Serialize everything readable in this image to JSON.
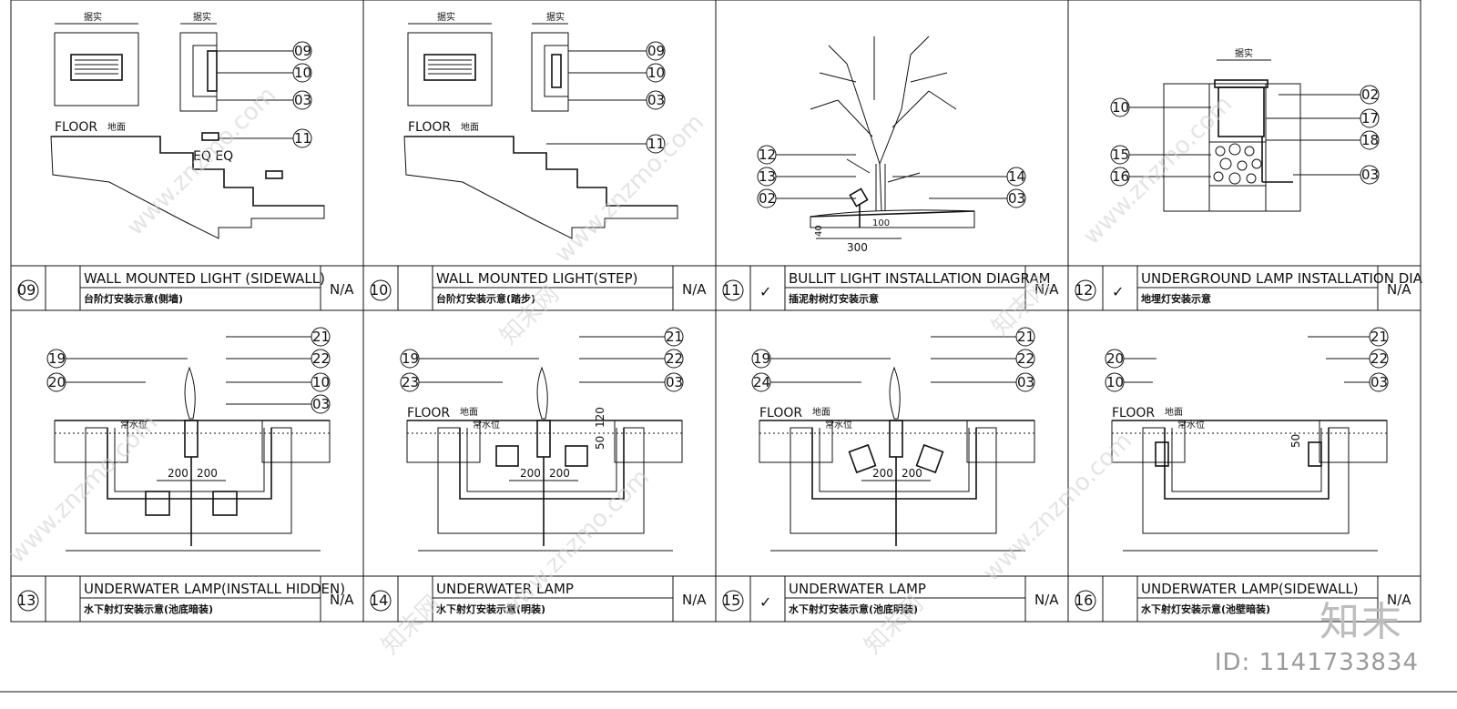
{
  "panels": [
    {
      "num": "09",
      "check": "",
      "title_en": "WALL MOUNTED LIGHT (SIDEWALL)",
      "title_cn": "台阶灯安装示意(侧墙)",
      "scale": "N/A"
    },
    {
      "num": "10",
      "check": "",
      "title_en": "WALL MOUNTED LIGHT(STEP)",
      "title_cn": "台阶灯安装示意(踏步)",
      "scale": "N/A"
    },
    {
      "num": "11",
      "check": "✓",
      "title_en": "BULLIT LIGHT INSTALLATION DIAGRAM",
      "title_cn": "插泥射树灯安装示意",
      "scale": "N/A"
    },
    {
      "num": "12",
      "check": "✓",
      "title_en": "UNDERGROUND LAMP INSTALLATION DIA",
      "title_cn": "地埋灯安装示意",
      "scale": "N/A"
    },
    {
      "num": "13",
      "check": "",
      "title_en": "UNDERWATER LAMP(INSTALL HIDDEN)",
      "title_cn": "水下射灯安装示意(池底暗装)",
      "scale": "N/A"
    },
    {
      "num": "14",
      "check": "",
      "title_en": "UNDERWATER LAMP",
      "title_cn": "水下射灯安装示意(明装)",
      "scale": "N/A"
    },
    {
      "num": "15",
      "check": "✓",
      "title_en": "UNDERWATER LAMP",
      "title_cn": "水下射灯安装示意(池底明装)",
      "scale": "N/A"
    },
    {
      "num": "16",
      "check": "",
      "title_en": "UNDERWATER LAMP(SIDEWALL)",
      "title_cn": "水下射灯安装示意(池壁暗装)",
      "scale": "N/A"
    }
  ],
  "labels": {
    "floor": "FLOOR",
    "floor_cn": "地面",
    "jushi": "据实",
    "water_level": "常水位",
    "eq": "EQ EQ",
    "dim_200": "200",
    "dim_300": "300",
    "dim_50": "50",
    "dim_120": "120",
    "dim_40": "40",
    "dim_100": "100"
  },
  "callouts": {
    "p09": [
      "09",
      "10",
      "03",
      "11"
    ],
    "p10": [
      "09",
      "10",
      "03",
      "11"
    ],
    "p11": [
      "12",
      "13",
      "02",
      "14",
      "03"
    ],
    "p12": [
      "02",
      "10",
      "17",
      "18",
      "15",
      "16",
      "03"
    ],
    "p13": [
      "21",
      "19",
      "22",
      "20",
      "10",
      "03"
    ],
    "p14": [
      "21",
      "19",
      "22",
      "23",
      "03"
    ],
    "p15": [
      "21",
      "19",
      "22",
      "24",
      "03"
    ],
    "p16": [
      "21",
      "20",
      "22",
      "10",
      "03"
    ]
  },
  "watermark": {
    "brand": "知末",
    "id": "ID: 1141733834",
    "site": "www.znzmo.com",
    "site_cn": "知末网"
  }
}
